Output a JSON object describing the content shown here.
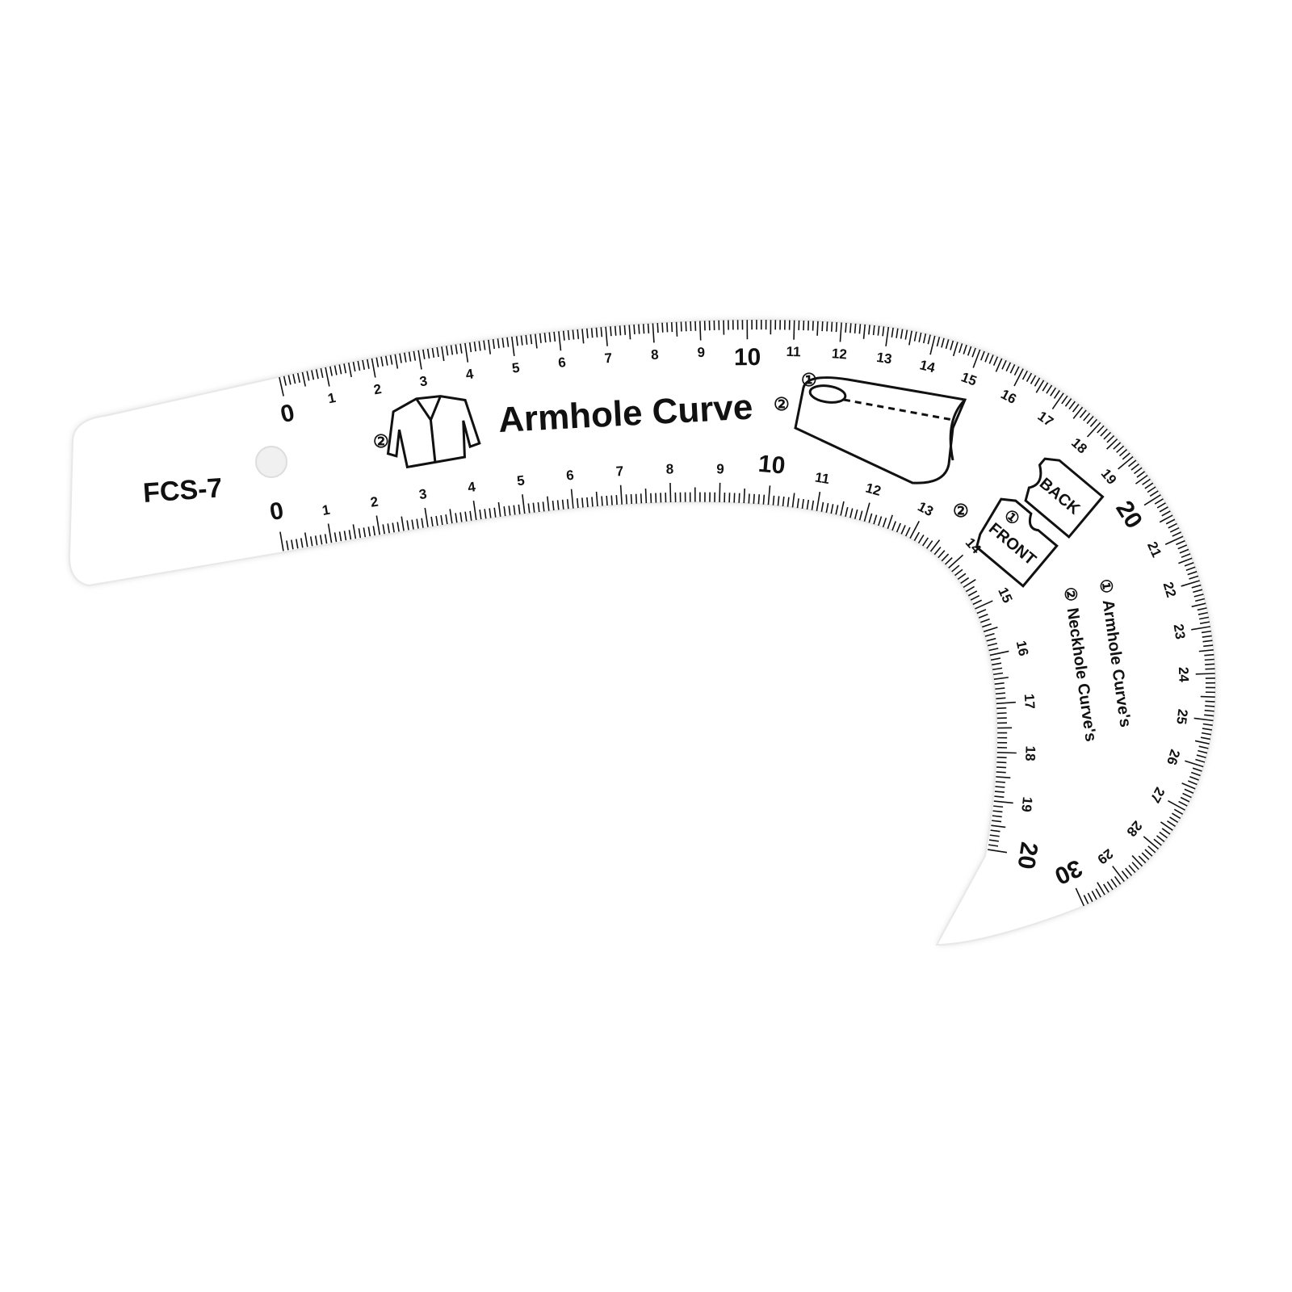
{
  "ruler": {
    "model": "FCS-7",
    "title": "Armhole Curve",
    "outer_scale": {
      "min": 0,
      "max": 30,
      "major_every": 10,
      "subdivisions": 10
    },
    "inner_scale": {
      "min": 0,
      "max": 20,
      "major_every": 10,
      "subdivisions": 10
    },
    "markers": {
      "one": "①",
      "two": "②"
    },
    "tags": {
      "back": "BACK",
      "front": "FRONT"
    },
    "legend": {
      "item1_marker": "①",
      "item1": "Armhole Curve's",
      "item2_marker": "②",
      "item2": "Neckhole Curve's"
    },
    "colors": {
      "body": "#ffffff",
      "edge": "#e4e4e4",
      "ink": "#111111"
    }
  }
}
